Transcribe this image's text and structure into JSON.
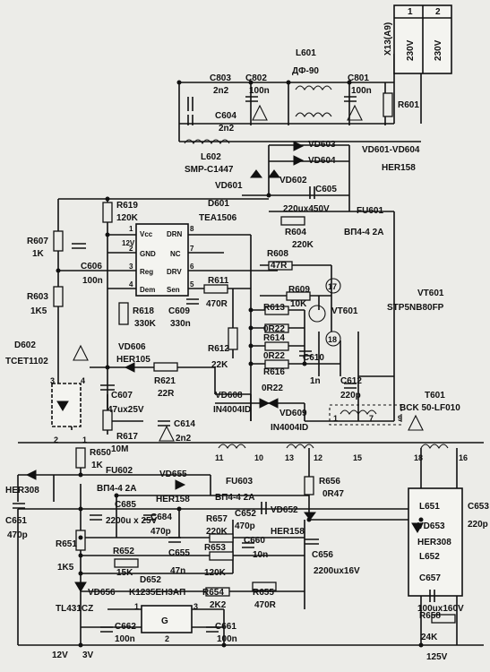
{
  "connector": {
    "ref": "X13(A9)",
    "pins": [
      "1",
      "2"
    ],
    "voltage": [
      "230V",
      "230V"
    ]
  },
  "components": {
    "l601": {
      "ref": "L601",
      "val": "ДФ-90"
    },
    "c803": {
      "ref": "C803",
      "val": "2n2"
    },
    "c802": {
      "ref": "C802",
      "val": "100n"
    },
    "c801": {
      "ref": "C801",
      "val": "100n"
    },
    "c604": {
      "ref": "C604",
      "val": "2n2"
    },
    "r601": {
      "ref": "R601"
    },
    "l602": {
      "ref": "L602",
      "val": "SMP-C1447"
    },
    "vd603": {
      "ref": "VD603"
    },
    "vd604": {
      "ref": "VD604"
    },
    "vd601": {
      "ref": "VD601"
    },
    "vd602": {
      "ref": "VD602"
    },
    "vd_range": {
      "ref": "VD601-VD604",
      "val": "HER158"
    },
    "c605": {
      "ref": "C605",
      "val": "220ux450V"
    },
    "r619": {
      "ref": "R619",
      "val": "120K"
    },
    "d601": {
      "ref": "D601",
      "val": "TEA1506"
    },
    "fu601": {
      "ref": "FU601",
      "val": "ВП4-4 2A"
    },
    "r604": {
      "ref": "R604",
      "val": "220K"
    },
    "r607": {
      "ref": "R607",
      "val": "1K"
    },
    "c606": {
      "ref": "C606",
      "val": "100n"
    },
    "r608": {
      "ref": "R608",
      "val": "47R"
    },
    "r609": {
      "ref": "R609",
      "val": "10K"
    },
    "r603": {
      "ref": "R603",
      "val": "1K5"
    },
    "r611": {
      "ref": "R611",
      "val": "470R"
    },
    "r618": {
      "ref": "R618",
      "val": "330K"
    },
    "c609": {
      "ref": "C609",
      "val": "330n"
    },
    "r613": {
      "ref": "R613",
      "val": "0R22"
    },
    "r614": {
      "ref": "R614",
      "val": "0R22"
    },
    "r616": {
      "ref": "R616",
      "val": "0R22"
    },
    "vt601": {
      "ref": "VT601",
      "val": "STP5NB80FP"
    },
    "vt601_label": "VT601",
    "d602": {
      "ref": "D602",
      "val": "TCET1102"
    },
    "vd606": {
      "ref": "VD606",
      "val": "HER105"
    },
    "r612": {
      "ref": "R612",
      "val": "22K"
    },
    "c610": {
      "ref": "C610",
      "val": "1n"
    },
    "c612": {
      "ref": "C612",
      "val": "220p"
    },
    "r621": {
      "ref": "R621",
      "val": "22R"
    },
    "c607": {
      "ref": "C607",
      "val": "47ux25V"
    },
    "vd608": {
      "ref": "VD608",
      "val": "IN4004ID"
    },
    "vd609": {
      "ref": "VD609",
      "val": "IN4004ID"
    },
    "t601": {
      "ref": "T601",
      "val": "BCK 50-LF010"
    },
    "r617": {
      "ref": "R617",
      "val": "10M"
    },
    "c614": {
      "ref": "C614",
      "val": "2n2"
    },
    "r650": {
      "ref": "R650",
      "val": "1K"
    },
    "fu602": {
      "ref": "FU602",
      "val": "ВП4-4 2A"
    },
    "vd655": {
      "ref": "VD655",
      "val": "HER158"
    },
    "fu603": {
      "ref": "FU603",
      "val": "ВП4-4 2A"
    },
    "r656": {
      "ref": "R656",
      "val": "0R47"
    },
    "her308": {
      "val": "HER308"
    },
    "c651": {
      "ref": "C651",
      "val": "470p"
    },
    "c685": {
      "ref": "C685",
      "val": "2200u x 25V"
    },
    "c684": {
      "ref": "C684",
      "val": "470p"
    },
    "r657": {
      "ref": "R657",
      "val": "220K"
    },
    "c652": {
      "ref": "C652",
      "val": "470p"
    },
    "vd652": {
      "ref": "VD652",
      "val": "HER158"
    },
    "l651": {
      "ref": "L651"
    },
    "vd653": {
      "ref": "VD653",
      "val": "HER308"
    },
    "l652": {
      "ref": "L652"
    },
    "c653": {
      "ref": "C653",
      "val": "220p"
    },
    "r651": {
      "ref": "R651",
      "val": "1K5"
    },
    "r652": {
      "ref": "R652",
      "val": "15K"
    },
    "d652": {
      "ref": "D652",
      "val": "K1235EH3AП"
    },
    "c655": {
      "ref": "C655",
      "val": "47n"
    },
    "r653": {
      "ref": "R653",
      "val": "120K"
    },
    "c660": {
      "ref": "C660",
      "val": "10n"
    },
    "c656": {
      "ref": "C656",
      "val": "2200ux16V"
    },
    "vd656": {
      "ref": "VD656",
      "val": "TL431CZ"
    },
    "r654": {
      "ref": "R654",
      "val": "2K2"
    },
    "r655": {
      "ref": "R655",
      "val": "470R"
    },
    "c657": {
      "ref": "C657",
      "val": "100ux160V"
    },
    "r658": {
      "ref": "R658",
      "val": "24K"
    },
    "c662": {
      "ref": "C662",
      "val": "100n"
    },
    "c661": {
      "ref": "C661",
      "val": "100n"
    },
    "reg_g": "G"
  },
  "ic_pins": {
    "vcc": "Vcc",
    "drn": "DRN",
    "gnd": "GND",
    "nc": "NC",
    "reg": "Reg",
    "drv": "DRV",
    "dem": "Dem",
    "sen": "Sen",
    "v12": "12V",
    "n1": "1",
    "n2": "2",
    "n3": "3",
    "n4": "4",
    "n5": "5",
    "n6": "6",
    "n7": "7",
    "n8": "8"
  },
  "pin_numbers": {
    "t1": "1",
    "t7": "7",
    "t9": "9",
    "s11": "11",
    "s10": "10",
    "s13": "13",
    "s12": "12",
    "s15": "15",
    "s18": "18",
    "s16": "16",
    "o1": "1",
    "o2": "2",
    "o3": "3",
    "o4": "4",
    "g1": "1",
    "g2": "2",
    "g3": "3"
  },
  "test_points": [
    "17",
    "18"
  ],
  "rails": {
    "v12": "12V",
    "v3": "3V",
    "v125": "125V"
  }
}
